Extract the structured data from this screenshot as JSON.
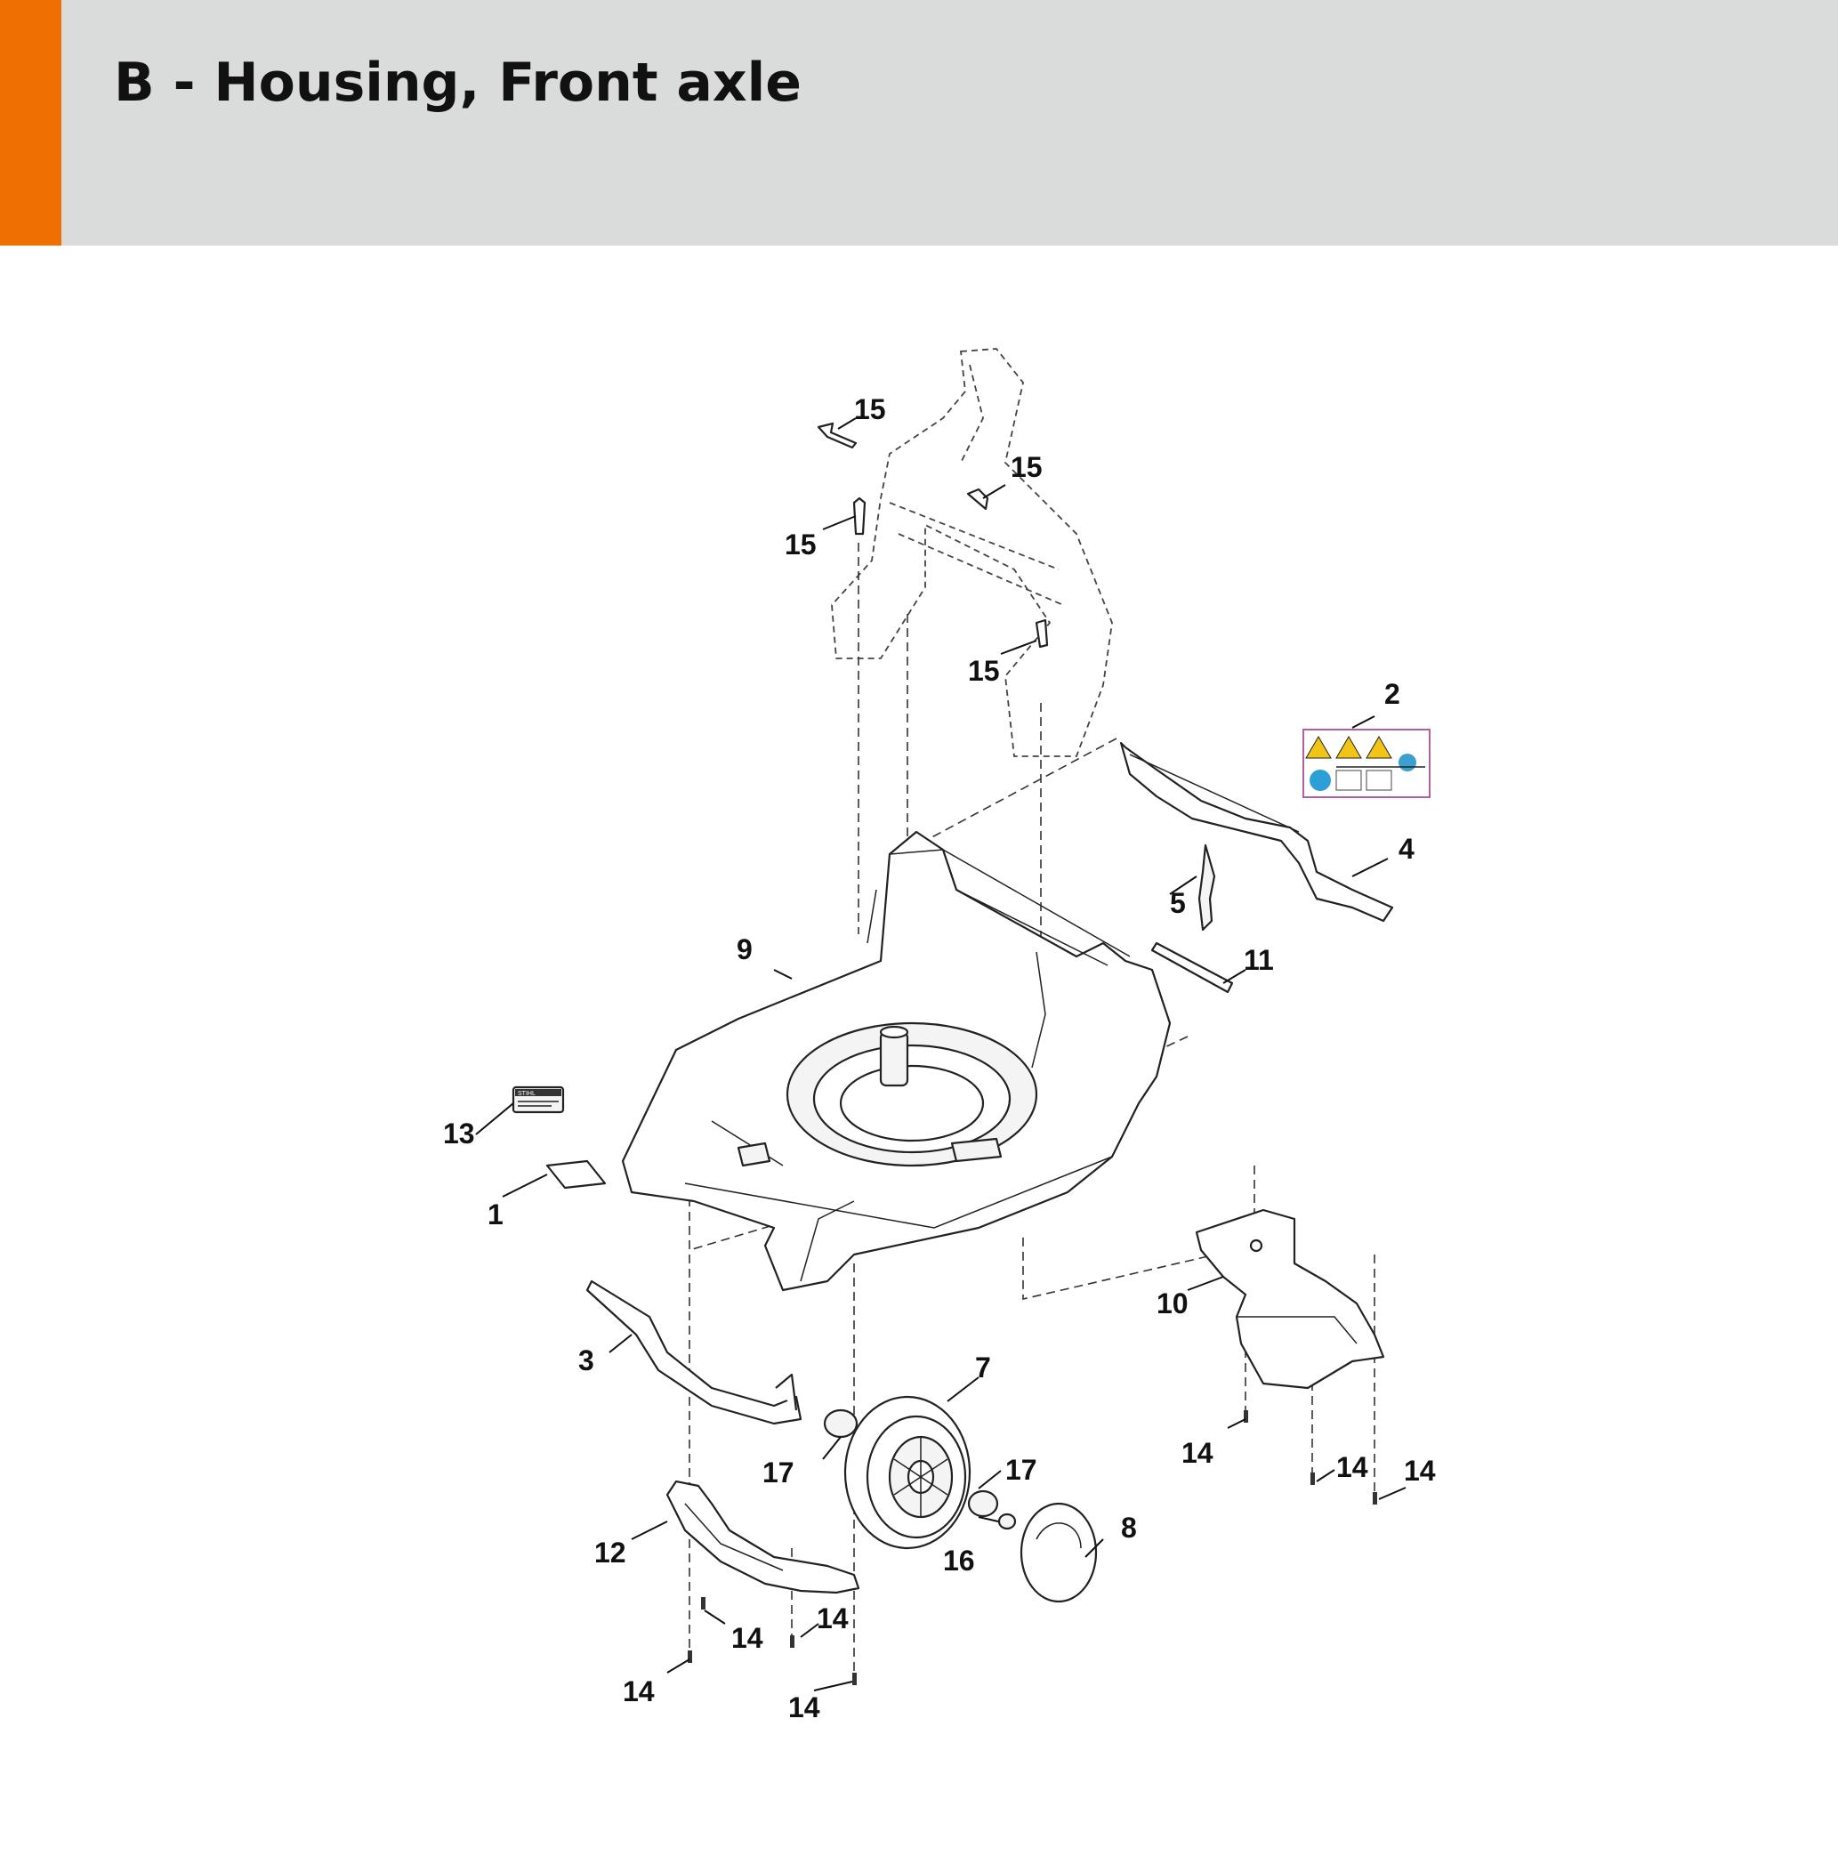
{
  "header": {
    "title": "B - Housing, Front axle",
    "accent_color": "#ef7000",
    "background_color": "#dadcdb"
  },
  "diagram": {
    "callouts": {
      "p1": "1",
      "p2": "2",
      "p3": "3",
      "p4": "4",
      "p5": "5",
      "p7": "7",
      "p8": "8",
      "p9": "9",
      "p10": "10",
      "p11": "11",
      "p12": "12",
      "p13": "13",
      "p14a": "14",
      "p14b": "14",
      "p14c": "14",
      "p14d": "14",
      "p14e": "14",
      "p14f": "14",
      "p14g": "14",
      "p15a": "15",
      "p15b": "15",
      "p15c": "15",
      "p15d": "15",
      "p16": "16",
      "p17a": "17",
      "p17b": "17"
    },
    "label_13_text": "STIHL"
  }
}
